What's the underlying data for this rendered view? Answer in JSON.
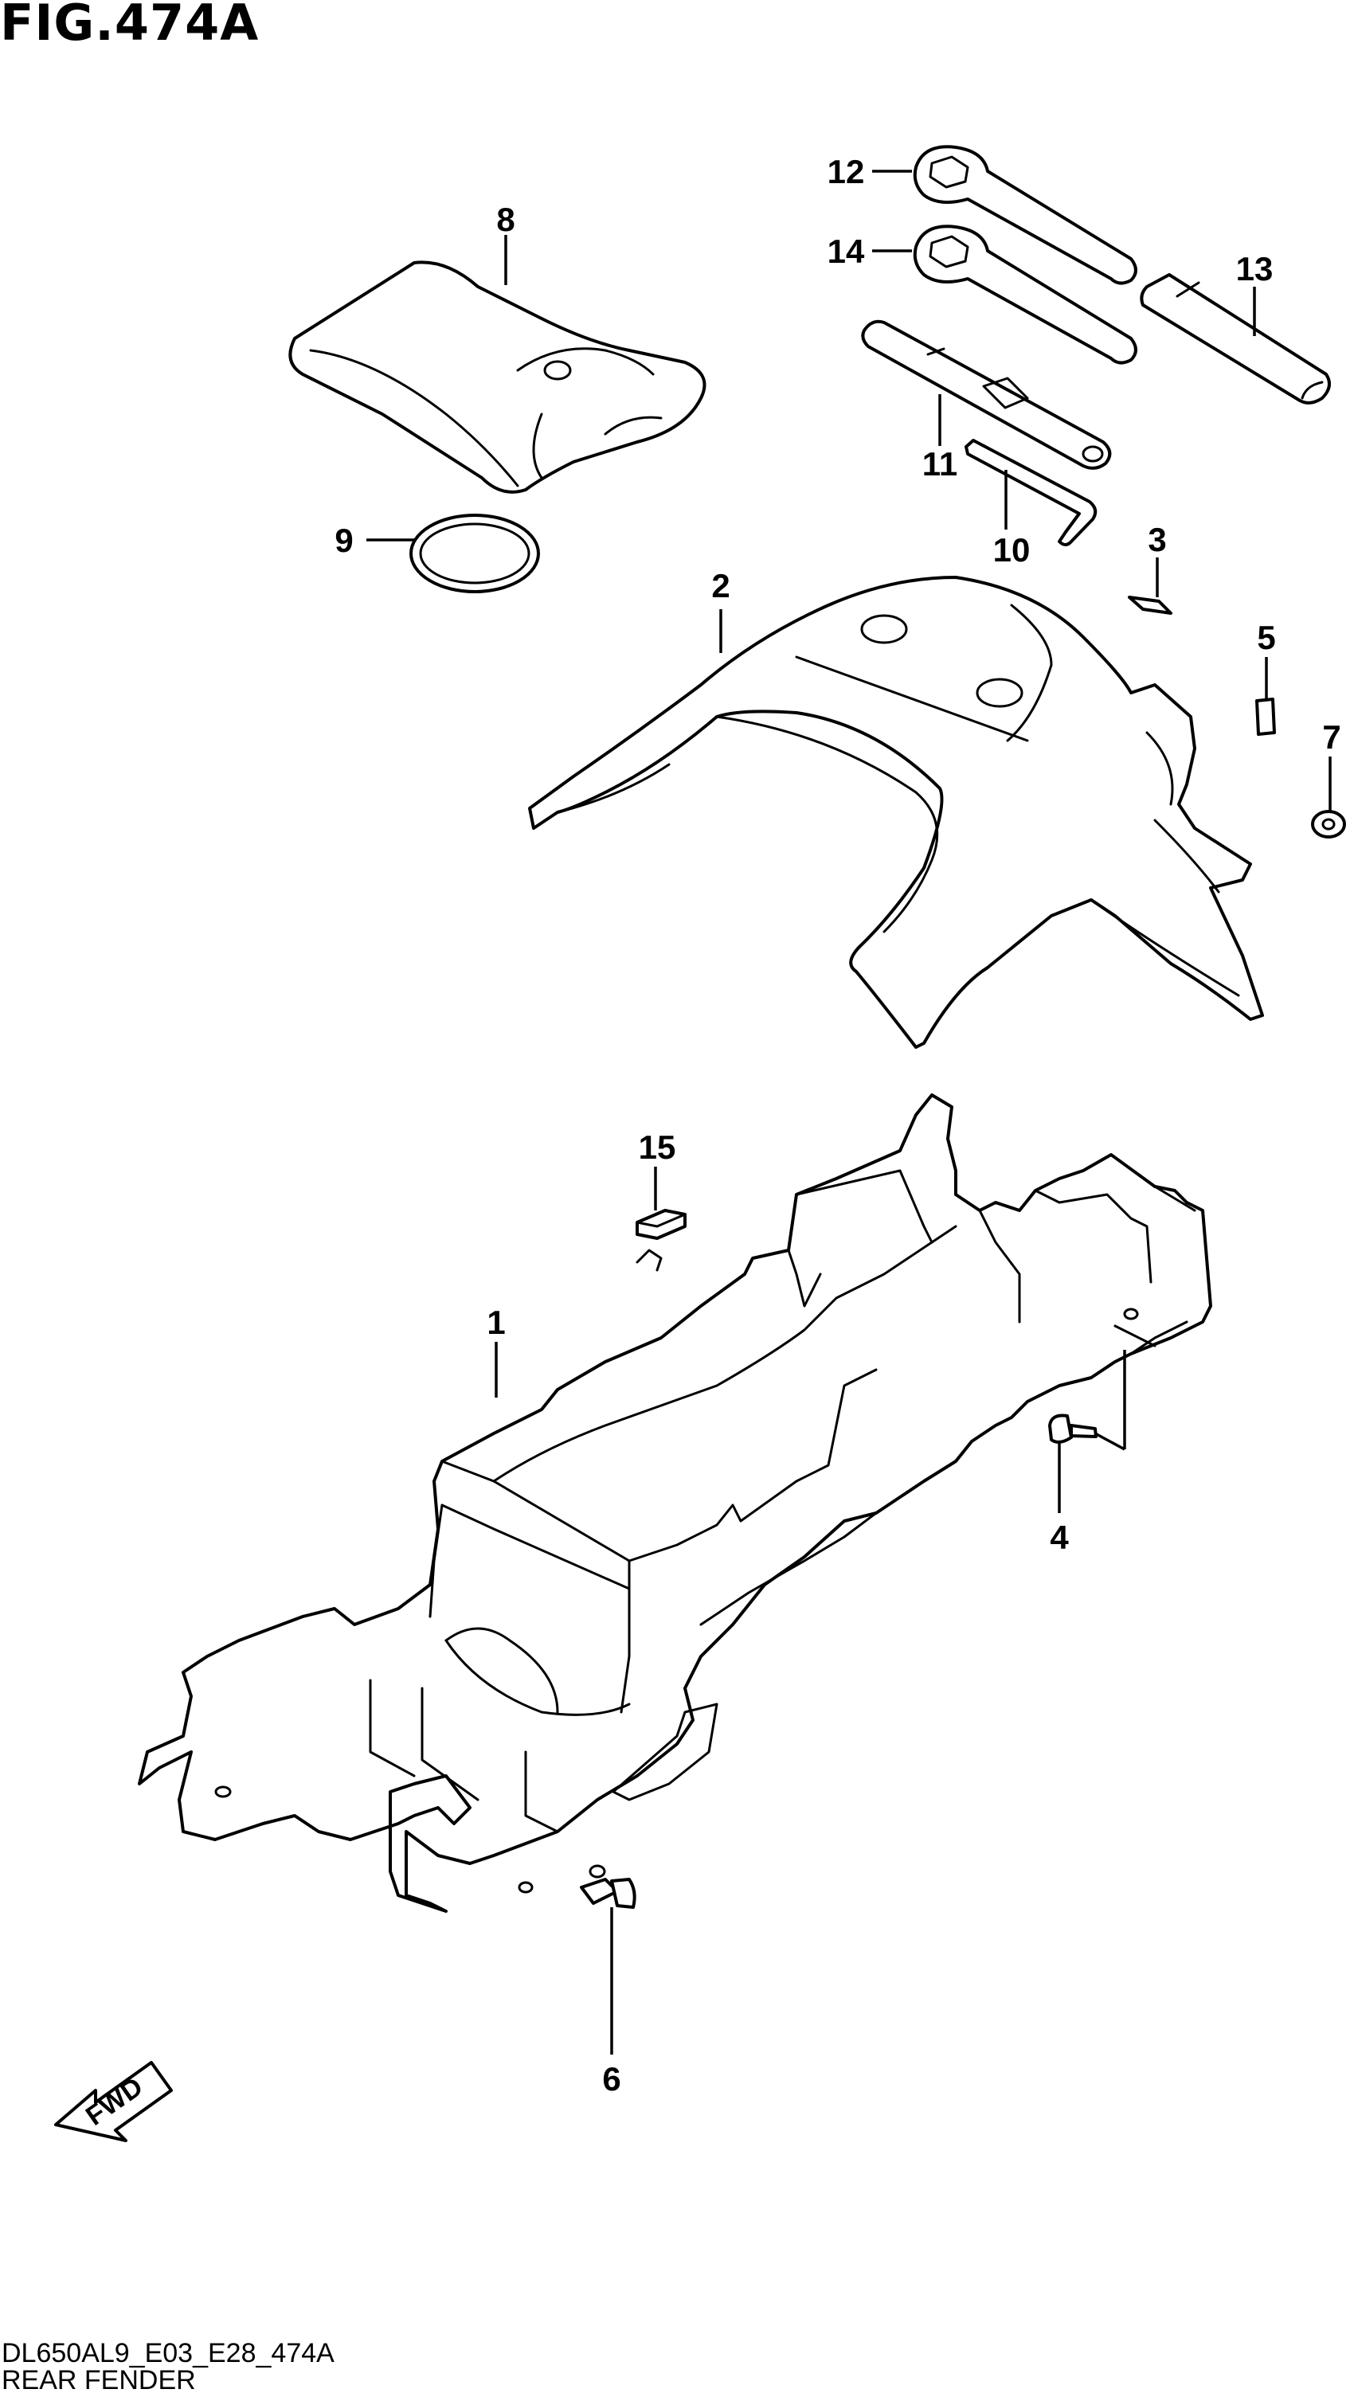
{
  "figure": {
    "title": "FIG.474A",
    "code": "DL650AL9_E03_E28_474A",
    "name": "REAR FENDER"
  },
  "direction_badge": {
    "label": "FWD",
    "icon": "forward-arrow-icon"
  },
  "callouts": {
    "c1": "1",
    "c2": "2",
    "c3": "3",
    "c4": "4",
    "c5": "5",
    "c6": "6",
    "c7": "7",
    "c8": "8",
    "c9": "9",
    "c10": "10",
    "c11": "11",
    "c12": "12",
    "c13": "13",
    "c14": "14",
    "c15": "15"
  },
  "colors": {
    "line": "#000000",
    "background": "#ffffff"
  }
}
